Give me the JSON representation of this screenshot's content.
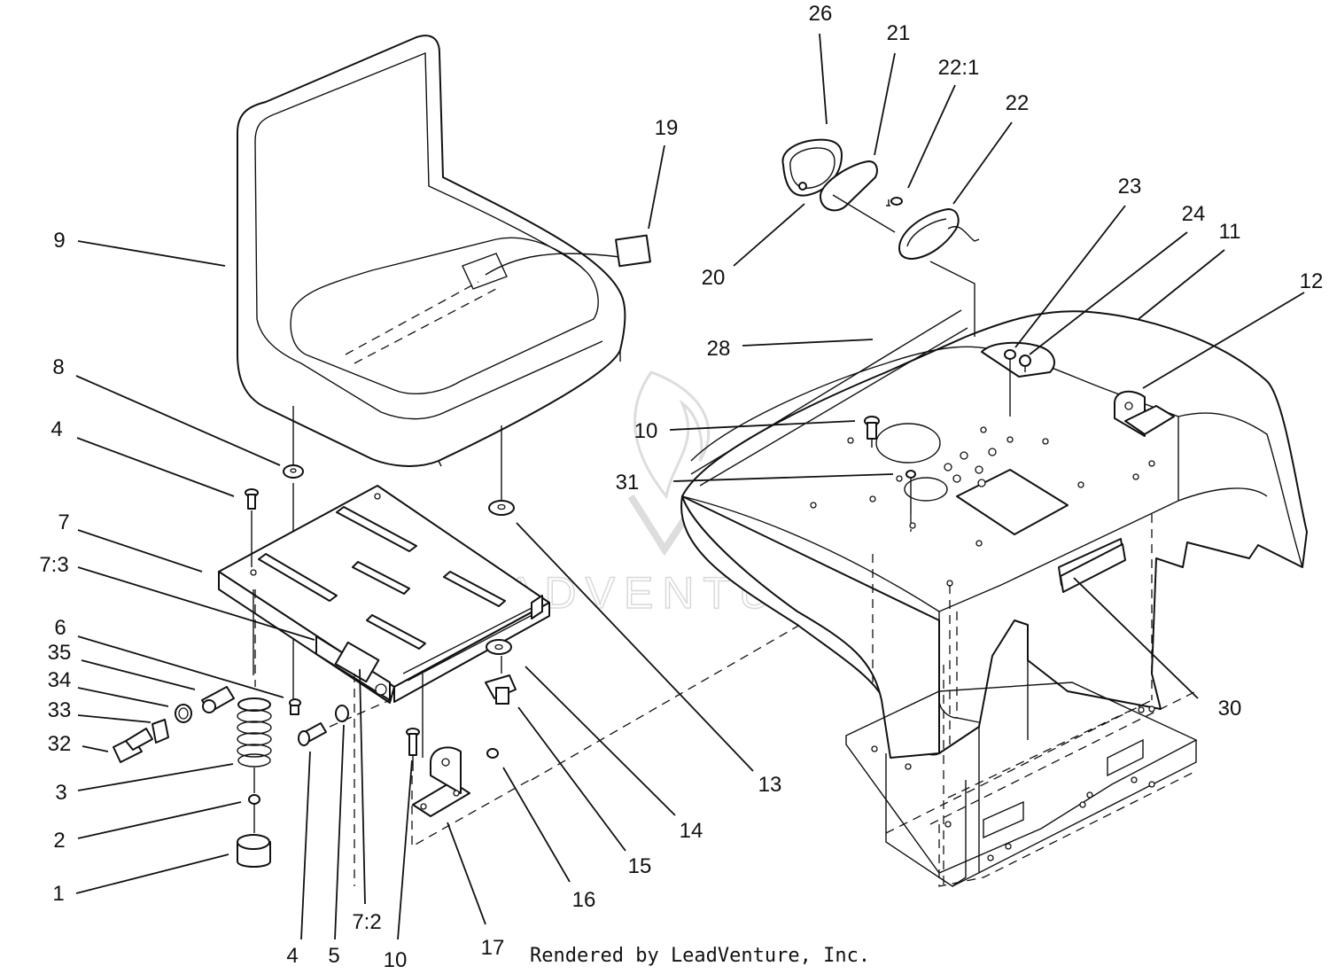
{
  "diagram": {
    "watermark": "LEADVENTURE",
    "credit": "Rendered by LeadVenture, Inc.",
    "callouts": [
      {
        "id": "c26",
        "label": "26"
      },
      {
        "id": "c21",
        "label": "21"
      },
      {
        "id": "c22-1",
        "label": "22:1"
      },
      {
        "id": "c22",
        "label": "22"
      },
      {
        "id": "c19",
        "label": "19"
      },
      {
        "id": "c23",
        "label": "23"
      },
      {
        "id": "c24",
        "label": "24"
      },
      {
        "id": "c11",
        "label": "11"
      },
      {
        "id": "c12",
        "label": "12"
      },
      {
        "id": "c9",
        "label": "9"
      },
      {
        "id": "c20",
        "label": "20"
      },
      {
        "id": "c28",
        "label": "28"
      },
      {
        "id": "c8",
        "label": "8"
      },
      {
        "id": "c4a",
        "label": "4"
      },
      {
        "id": "c10a",
        "label": "10"
      },
      {
        "id": "c31",
        "label": "31"
      },
      {
        "id": "c7",
        "label": "7"
      },
      {
        "id": "c7-3",
        "label": "7:3"
      },
      {
        "id": "c6",
        "label": "6"
      },
      {
        "id": "c35",
        "label": "35"
      },
      {
        "id": "c34",
        "label": "34"
      },
      {
        "id": "c33",
        "label": "33"
      },
      {
        "id": "c32",
        "label": "32"
      },
      {
        "id": "c3",
        "label": "3"
      },
      {
        "id": "c2",
        "label": "2"
      },
      {
        "id": "c1",
        "label": "1"
      },
      {
        "id": "c30",
        "label": "30"
      },
      {
        "id": "c13",
        "label": "13"
      },
      {
        "id": "c14",
        "label": "14"
      },
      {
        "id": "c15",
        "label": "15"
      },
      {
        "id": "c16",
        "label": "16"
      },
      {
        "id": "c17",
        "label": "17"
      },
      {
        "id": "c7-2",
        "label": "7:2"
      },
      {
        "id": "c4b",
        "label": "4"
      },
      {
        "id": "c5",
        "label": "5"
      },
      {
        "id": "c10b",
        "label": "10"
      }
    ]
  }
}
